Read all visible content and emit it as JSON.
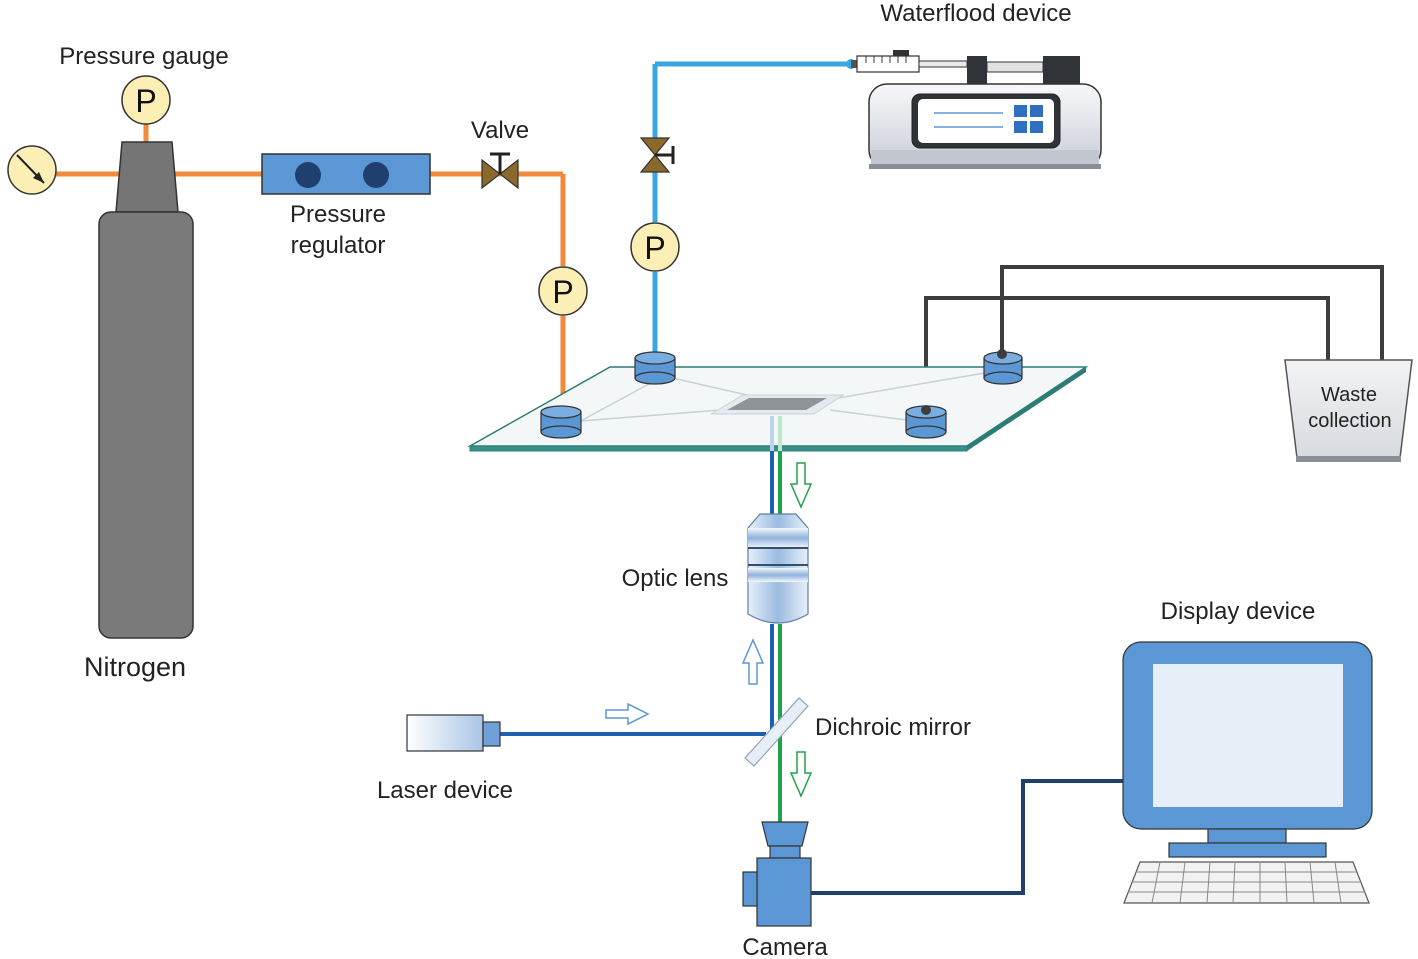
{
  "labels": {
    "pressure_gauge": "Pressure gauge",
    "nitrogen": "Nitrogen",
    "pressure_regulator_line1": "Pressure",
    "pressure_regulator_line2": "regulator",
    "valve": "Valve",
    "waterflood_device": "Waterflood device",
    "waste_line1": "Waste",
    "waste_line2": "collection",
    "optic_lens": "Optic lens",
    "dichroic_mirror": "Dichroic mirror",
    "laser_device": "Laser device",
    "camera": "Camera",
    "display_device": "Display device"
  },
  "gauge_symbol": "P",
  "colors": {
    "gas_line": "#f08a3c",
    "water_line": "#3aa8e0",
    "drain_line": "#3d3d3d",
    "laser_beam": "#1f5fb0",
    "emission_beam": "#1ea34a",
    "cable": "#1f3f6e",
    "gauge_fill": "#fbefb5",
    "device_blue": "#5b97d5",
    "cylinder": "#7a7a7a",
    "valve": "#8a6a2a"
  },
  "icons": [
    "pressure-gauge-icon",
    "dial-gauge-icon",
    "valve-icon",
    "syringe-pump-icon",
    "camera-icon",
    "monitor-icon",
    "keyboard-icon",
    "laser-icon",
    "objective-lens-icon",
    "mirror-icon",
    "flow-arrow-icon"
  ]
}
